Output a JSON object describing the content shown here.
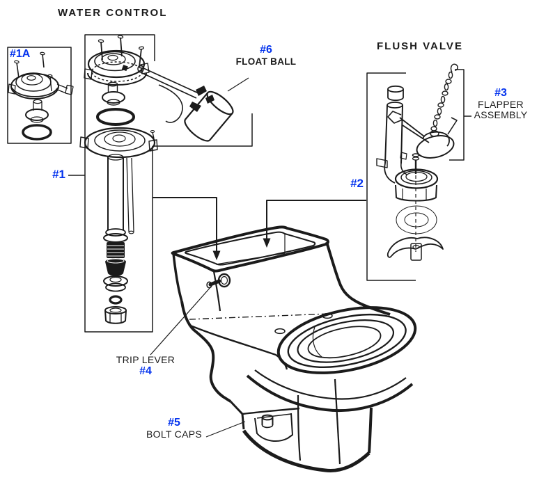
{
  "colors": {
    "ink": "#1b1b1b",
    "part_number_blue": "#0433ee",
    "background": "#ffffff"
  },
  "headings": {
    "water_control": "WATER CONTROL",
    "flush_valve": "FLUSH VALVE"
  },
  "parts": {
    "p1a": {
      "number": "#1A"
    },
    "p1": {
      "number": "#1"
    },
    "p2": {
      "number": "#2"
    },
    "p3": {
      "number": "#3",
      "name_line1": "FLAPPER",
      "name_line2": "ASSEMBLY"
    },
    "p4": {
      "number": "#4",
      "name": "TRIP LEVER"
    },
    "p5": {
      "number": "#5",
      "name": "BOLT CAPS"
    },
    "p6": {
      "number": "#6",
      "name": "FLOAT BALL"
    }
  }
}
